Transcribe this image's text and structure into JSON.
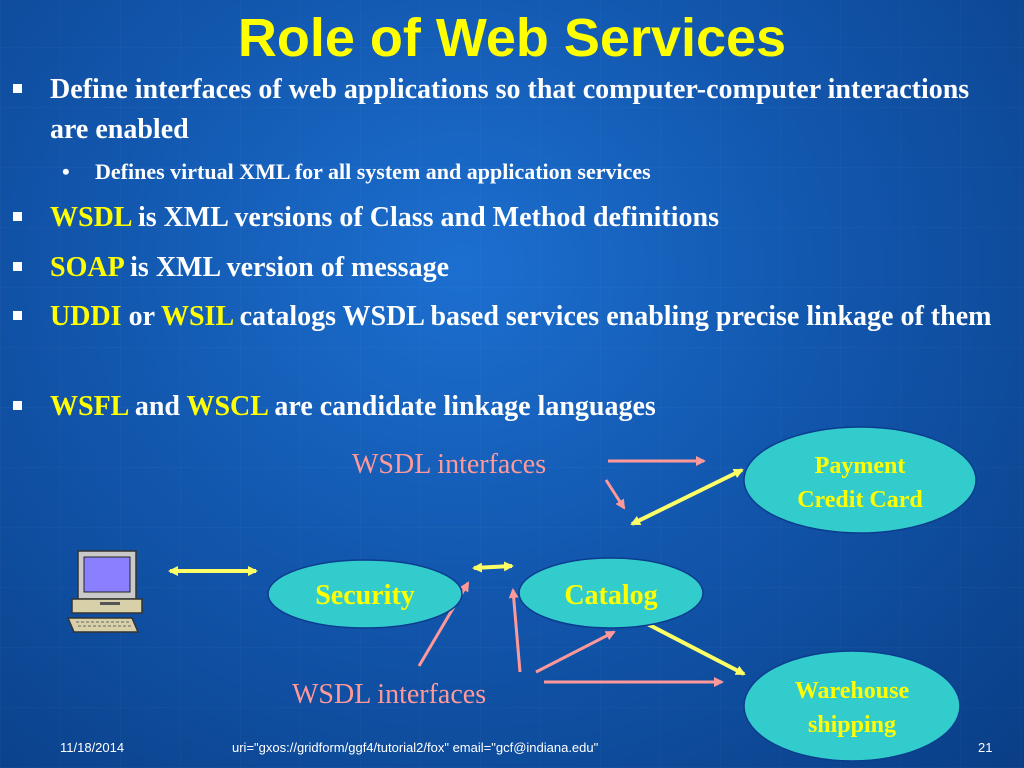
{
  "slide": {
    "title": "Role of Web Services",
    "bullets": [
      {
        "text": "Define interfaces of web applications so that computer-computer interactions are enabled"
      },
      {
        "sub": "Defines virtual XML for all system and application services"
      },
      {
        "kw1": "WSDL",
        "rest": " is XML versions of Class and Method definitions"
      },
      {
        "kw1": "SOAP",
        "rest": " is XML version of message"
      },
      {
        "kw1": "UDDI",
        "mid": " or ",
        "kw2": "WSIL",
        "rest": " catalogs WSDL based services enabling precise linkage of them"
      },
      {
        "kw1": "WSFL",
        "mid": " and ",
        "kw2": "WSCL",
        "rest": " are candidate linkage languages"
      }
    ]
  },
  "diagram": {
    "label_top": "WSDL interfaces",
    "label_bottom": "WSDL interfaces",
    "nodes": {
      "payment_line1": "Payment",
      "payment_line2": "Credit Card",
      "security": "Security",
      "catalog": "Catalog",
      "warehouse_line1": "Warehouse",
      "warehouse_line2": "shipping"
    },
    "colors": {
      "node_fill": "#33cccc",
      "node_text": "#ffff00",
      "label": "#ff9999",
      "link_arrow": "#ffff66",
      "interface_arrow": "#ff9999"
    }
  },
  "footer": {
    "date": "11/18/2014",
    "uri": "uri=\"gxos://gridform/ggf4/tutorial2/fox\" email=\"gcf@indiana.edu\"",
    "page": "21"
  }
}
